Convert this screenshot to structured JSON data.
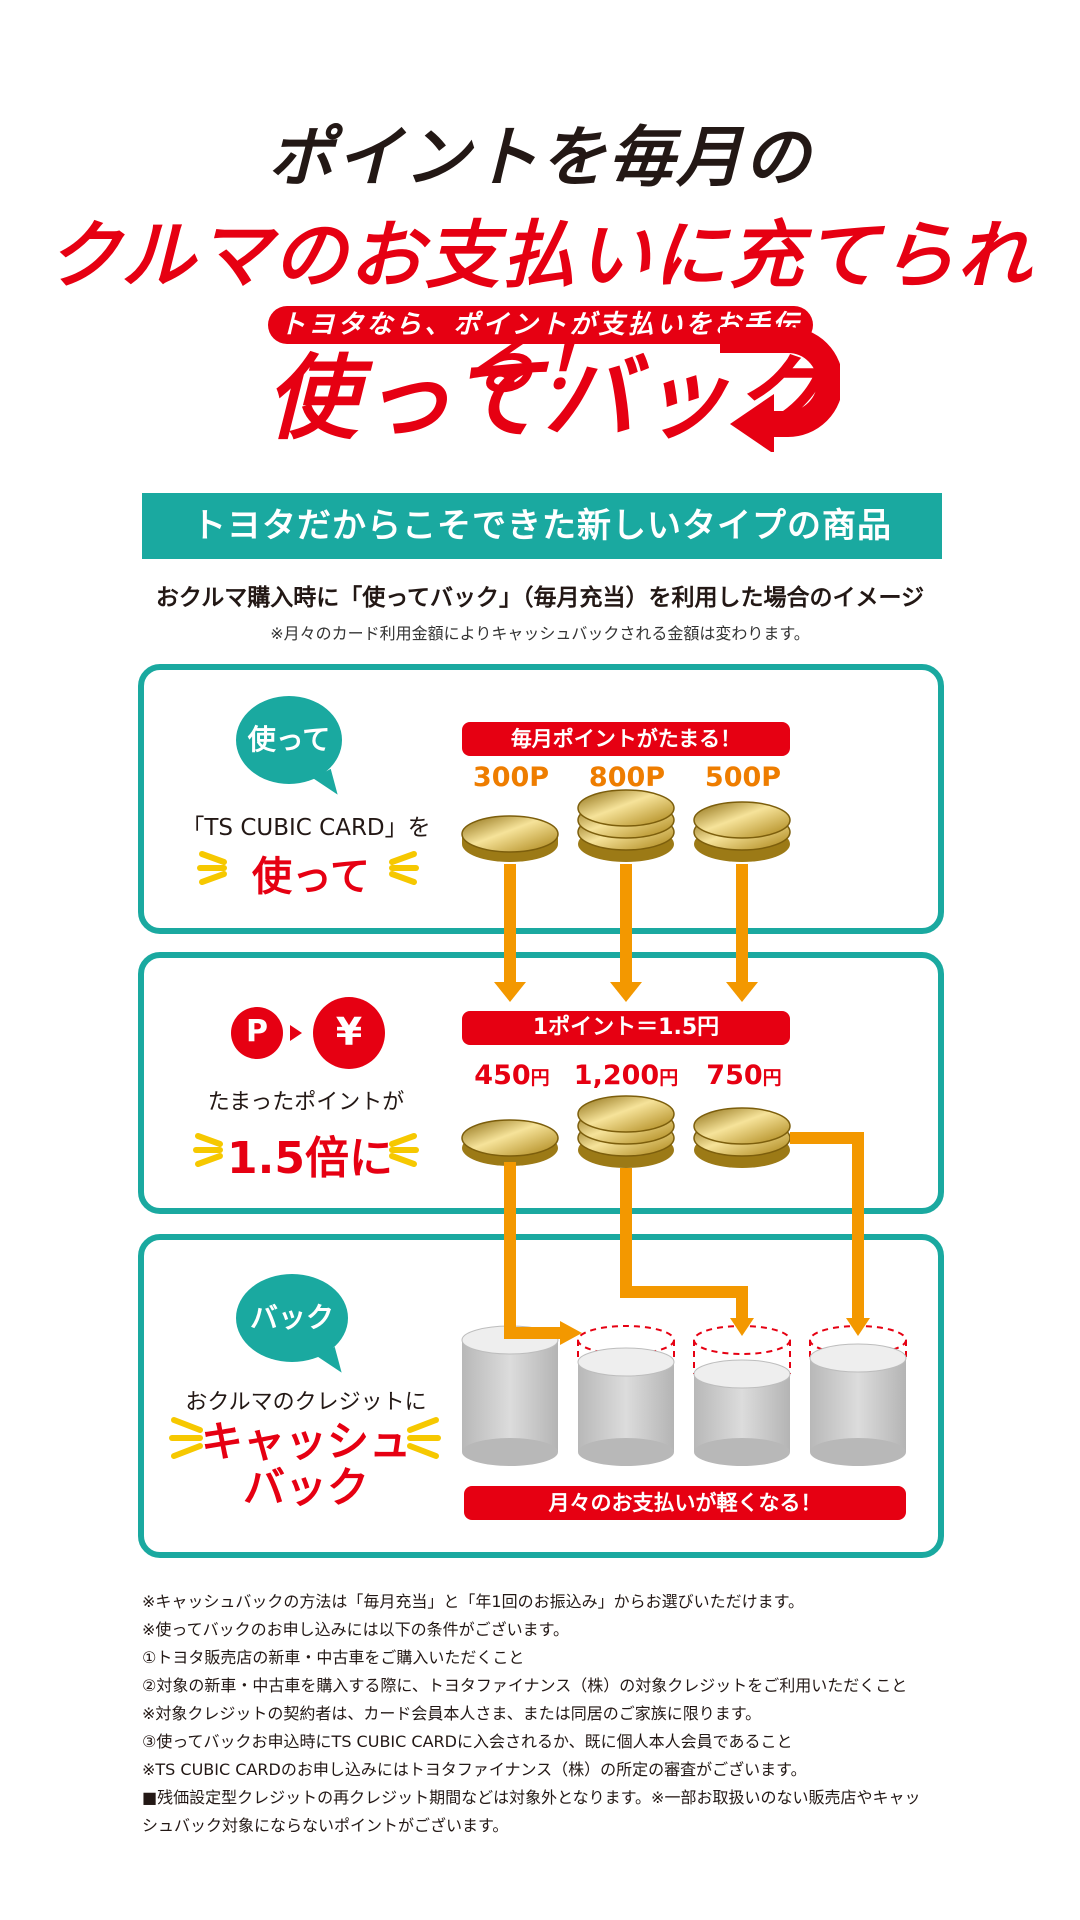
{
  "header": {
    "line1": "ポイントを毎月の",
    "line2": "クルマのお支払いに充てられる！"
  },
  "logo": {
    "tagline": "トヨタなら、ポイントが支払いをお手伝い",
    "name": "使ってバック"
  },
  "teal_bar": "トヨタだからこそできた新しいタイプの商品",
  "subheading": "おクルマ購入時に「使ってバック」（毎月充当）を利用した場合のイメージ",
  "subnote": "※月々のカード利用金額によりキャッシュバックされる金額は変わります。",
  "panel1": {
    "bubble": "使って",
    "caption": "「TS CUBIC CARD」を",
    "big": "使って",
    "pill": "毎月ポイントがたまる！",
    "points": [
      "300P",
      "800P",
      "500P"
    ]
  },
  "panel2": {
    "p_badge": "P",
    "yen_badge": "¥",
    "caption": "たまったポイントが",
    "big": "1.5倍に",
    "pill": "1ポイント＝1.5円",
    "amounts": [
      {
        "num": "450",
        "unit": "円"
      },
      {
        "num": "1,200",
        "unit": "円"
      },
      {
        "num": "750",
        "unit": "円"
      }
    ]
  },
  "panel3": {
    "bubble": "バック",
    "caption": "おクルマのクレジットに",
    "big_line1": "キャッシュ",
    "big_line2": "バック",
    "pill": "月々のお支払いが軽くなる！"
  },
  "footnotes": [
    "※キャッシュバックの方法は「毎月充当」と「年1回のお振込み」からお選びいただけます。",
    "※使ってバックのお申し込みには以下の条件がございます。",
    "①トヨタ販売店の新車・中古車をご購入いただくこと",
    "②対象の新車・中古車を購入する際に、トヨタファイナンス（株）の対象クレジットをご利用いただくこと",
    "※対象クレジットの契約者は、カード会員本人さま、または同居のご家族に限ります。",
    "③使ってバックお申込時にTS CUBIC CARDに入会されるか、既に個人本人会員であること",
    "※TS CUBIC CARDのお申し込みにはトヨタファイナンス（株）の所定の審査がございます。",
    "■残価設定型クレジットの再クレジット期間などは対象外となります。※一部お取扱いのない販売店やキャッ",
    "シュバック対象にならないポイントがございます。"
  ],
  "colors": {
    "red": "#e60012",
    "teal": "#1aa9a0",
    "orange": "#ee7d00",
    "gold": "#c9a227",
    "gray": "#c8c8c8"
  }
}
